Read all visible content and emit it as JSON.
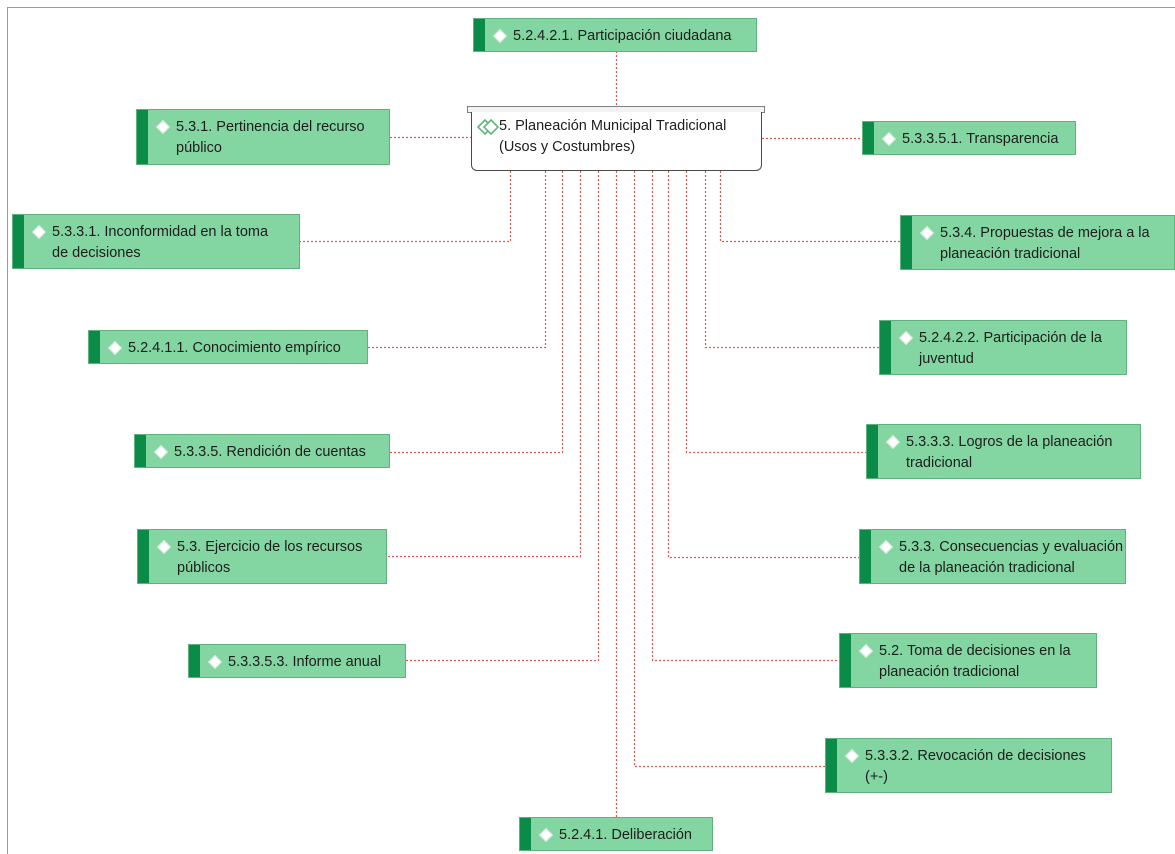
{
  "network": {
    "center": {
      "lines": [
        "5. Planeación Municipal Tradicional",
        "(Usos y Costumbres)"
      ],
      "icon": "code-group-icon"
    },
    "nodes": [
      {
        "lines": [
          "5.2.4.2.1. Participación ciudadana"
        ]
      },
      {
        "lines": [
          "5.3.1. Pertinencia del recurso",
          "público"
        ]
      },
      {
        "lines": [
          "5.3.3.5.1. Transparencia"
        ]
      },
      {
        "lines": [
          "5.3.3.1. Inconformidad en la toma",
          "de decisiones"
        ]
      },
      {
        "lines": [
          "5.3.4. Propuestas de mejora a la",
          "planeación tradicional"
        ]
      },
      {
        "lines": [
          "5.2.4.1.1. Conocimiento empírico"
        ]
      },
      {
        "lines": [
          "5.2.4.2.2. Participación de la",
          "juventud"
        ]
      },
      {
        "lines": [
          "5.3.3.5. Rendición de cuentas"
        ]
      },
      {
        "lines": [
          "5.3.3.3. Logros de la planeación",
          "tradicional"
        ]
      },
      {
        "lines": [
          "5.3. Ejercicio de los recursos",
          "públicos"
        ]
      },
      {
        "lines": [
          "5.3.3. Consecuencias y evaluación",
          "de la planeación tradicional"
        ]
      },
      {
        "lines": [
          "5.3.3.5.3. Informe anual"
        ]
      },
      {
        "lines": [
          "5.2. Toma de decisiones en la",
          "planeación tradicional"
        ]
      },
      {
        "lines": [
          "5.3.3.2. Revocación de decisiones",
          "(+-)"
        ]
      },
      {
        "lines": [
          "5.2.4.1. Deliberación"
        ]
      }
    ],
    "node_icon": "code-diamond-icon"
  },
  "colors": {
    "node_fill": "#83d6a1",
    "node_stripe": "#0a8c48",
    "node_border": "#5fb27d",
    "link": "#e0574f"
  }
}
